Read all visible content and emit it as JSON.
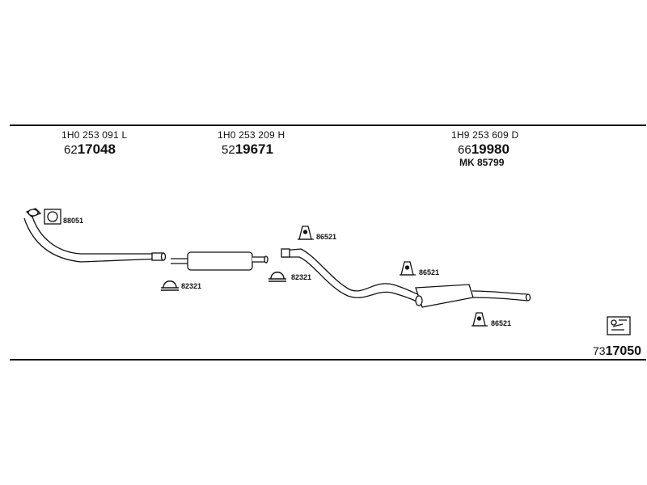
{
  "header": {
    "cols": [
      {
        "oem": "1H0 253 091 L",
        "prefix": "62",
        "number": "17048"
      },
      {
        "oem": "1H0 253 209 H",
        "prefix": "52",
        "number": "19671"
      },
      {
        "oem": "1H9 253 609 D",
        "prefix": "66",
        "number": "19980",
        "extra": "MK  85799"
      }
    ]
  },
  "labels": {
    "gasket": "88051",
    "clamp_left": "82321",
    "clamp_mid": "82321",
    "hanger_top": "86521",
    "hanger_mid": "86521",
    "hanger_bottom": "86521"
  },
  "kit": {
    "prefix": "73",
    "number": "17050",
    "icon": "assembly-box-icon"
  }
}
